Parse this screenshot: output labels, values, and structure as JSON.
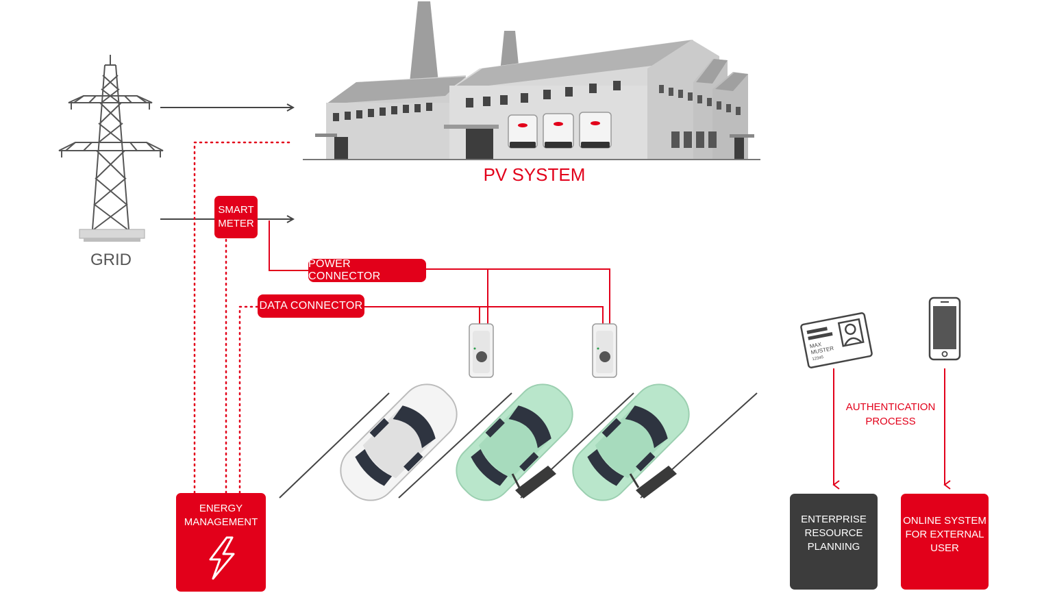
{
  "labels": {
    "grid": "GRID",
    "pv_system": "PV SYSTEM",
    "smart_meter_line1": "SMART",
    "smart_meter_line2": "METER",
    "power_connector": "POWER CONNECTOR",
    "data_connector": "DATA CONNECTOR",
    "energy_mgmt_line1": "ENERGY",
    "energy_mgmt_line2": "MANAGEMENT",
    "auth_line1": "AUTHENTICATION",
    "auth_line2": "PROCESS",
    "erp_line1": "ENTERPRISE",
    "erp_line2": "RESOURCE",
    "erp_line3": "PLANNING",
    "online_line1": "ONLINE SYSTEM",
    "online_line2": "FOR EXTERNAL",
    "online_line3": "USER",
    "card_line1": "MAX",
    "card_line2": "MUSTER",
    "card_line3": "12345"
  },
  "icons": {
    "pylon": "power-pylon-icon",
    "factory": "factory-building-icon",
    "inverter": "inverter-icon",
    "charger": "charging-station-icon",
    "car": "car-icon",
    "card": "id-card-icon",
    "phone": "smartphone-icon",
    "lightning": "lightning-icon"
  },
  "colors": {
    "accent_red": "#e2001a",
    "dark_grey": "#3c3c3c",
    "line_grey": "#444444",
    "building_grey": "#c8c8c8",
    "car_green": "#b5e2c7"
  }
}
